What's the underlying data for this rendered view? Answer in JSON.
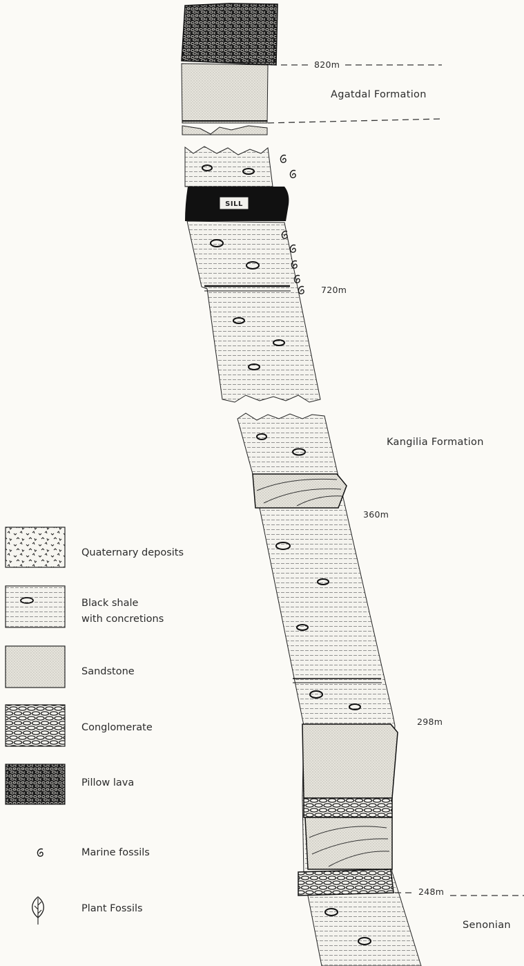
{
  "section": {
    "sill_label": "SILL",
    "depth_markers": [
      "820m",
      "720m",
      "360m",
      "298m",
      "248m"
    ],
    "formations": [
      "Agatdal Formation",
      "Kangilia Formation",
      "Senonian"
    ]
  },
  "legend": {
    "items": [
      {
        "pattern": "quaternary-deposits",
        "label": "Quaternary deposits"
      },
      {
        "pattern": "black-shale",
        "label_line1": "Black shale",
        "label_line2": "with concretions"
      },
      {
        "pattern": "sandstone",
        "label": "Sandstone"
      },
      {
        "pattern": "conglomerate",
        "label": "Conglomerate"
      },
      {
        "pattern": "pillow-lava",
        "label": "Pillow lava"
      },
      {
        "symbol": "marine-fossil-icon",
        "label": "Marine fossils"
      },
      {
        "symbol": "leaf-icon",
        "label": "Plant Fossils"
      }
    ]
  },
  "colors": {
    "ink": "#1a1a1a",
    "paper": "#fbfaf6",
    "sand_fill": "#e6e4dc",
    "shale_fill": "#f4f3ee"
  }
}
